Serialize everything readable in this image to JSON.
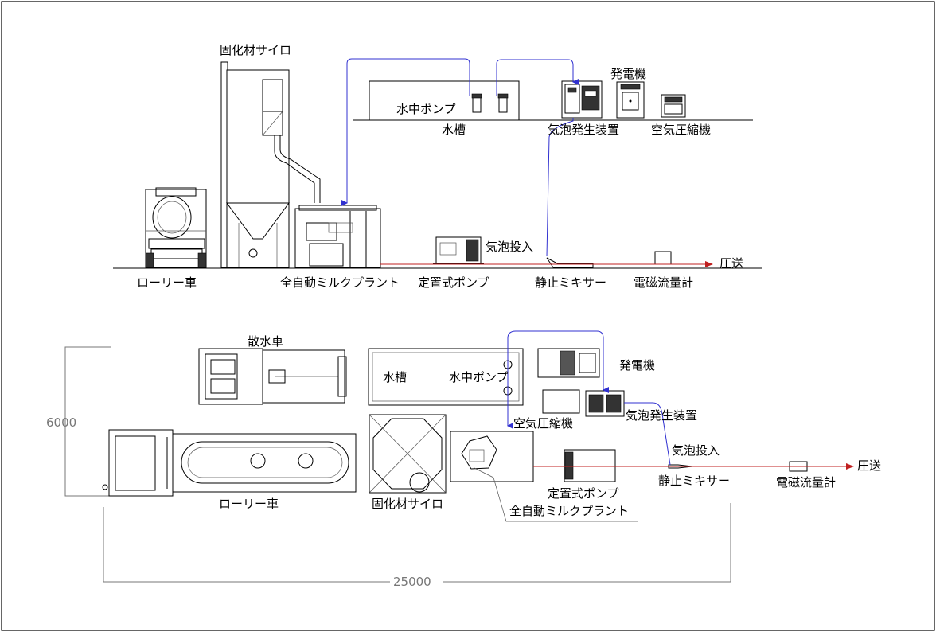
{
  "colors": {
    "air_line": "#3030d0",
    "flow_line": "#c02020",
    "dimension": "#777777"
  },
  "elevation": {
    "silo": "固化材サイロ",
    "lorry": "ローリー車",
    "mixing_plant": "全自動ミルクプラント",
    "metering_pump": "定置式ポンプ",
    "submersible_pump": "水中ポンプ",
    "water_tank": "水槽",
    "generator": "発電機",
    "foam_generator": "気泡発生装置",
    "air_compressor": "空気圧縮機",
    "foam_injection": "気泡投入",
    "static_mixer": "静止ミキサー",
    "flow_meter": "電磁流量計",
    "discharge": "圧送"
  },
  "plan": {
    "sprinkler_truck": "散水車",
    "water_tank": "水槽",
    "submersible_pump": "水中ポンプ",
    "generator": "発電機",
    "foam_generator": "気泡発生装置",
    "air_compressor": "空気圧縮機",
    "foam_injection": "気泡投入",
    "static_mixer": "静止ミキサー",
    "flow_meter": "電磁流量計",
    "discharge": "圧送",
    "lorry": "ローリー車",
    "silo": "固化材サイロ",
    "metering_pump": "定置式ポンプ",
    "mixing_plant": "全自動ミルクプラント",
    "dimension_height": "6000",
    "dimension_width": "25000"
  }
}
